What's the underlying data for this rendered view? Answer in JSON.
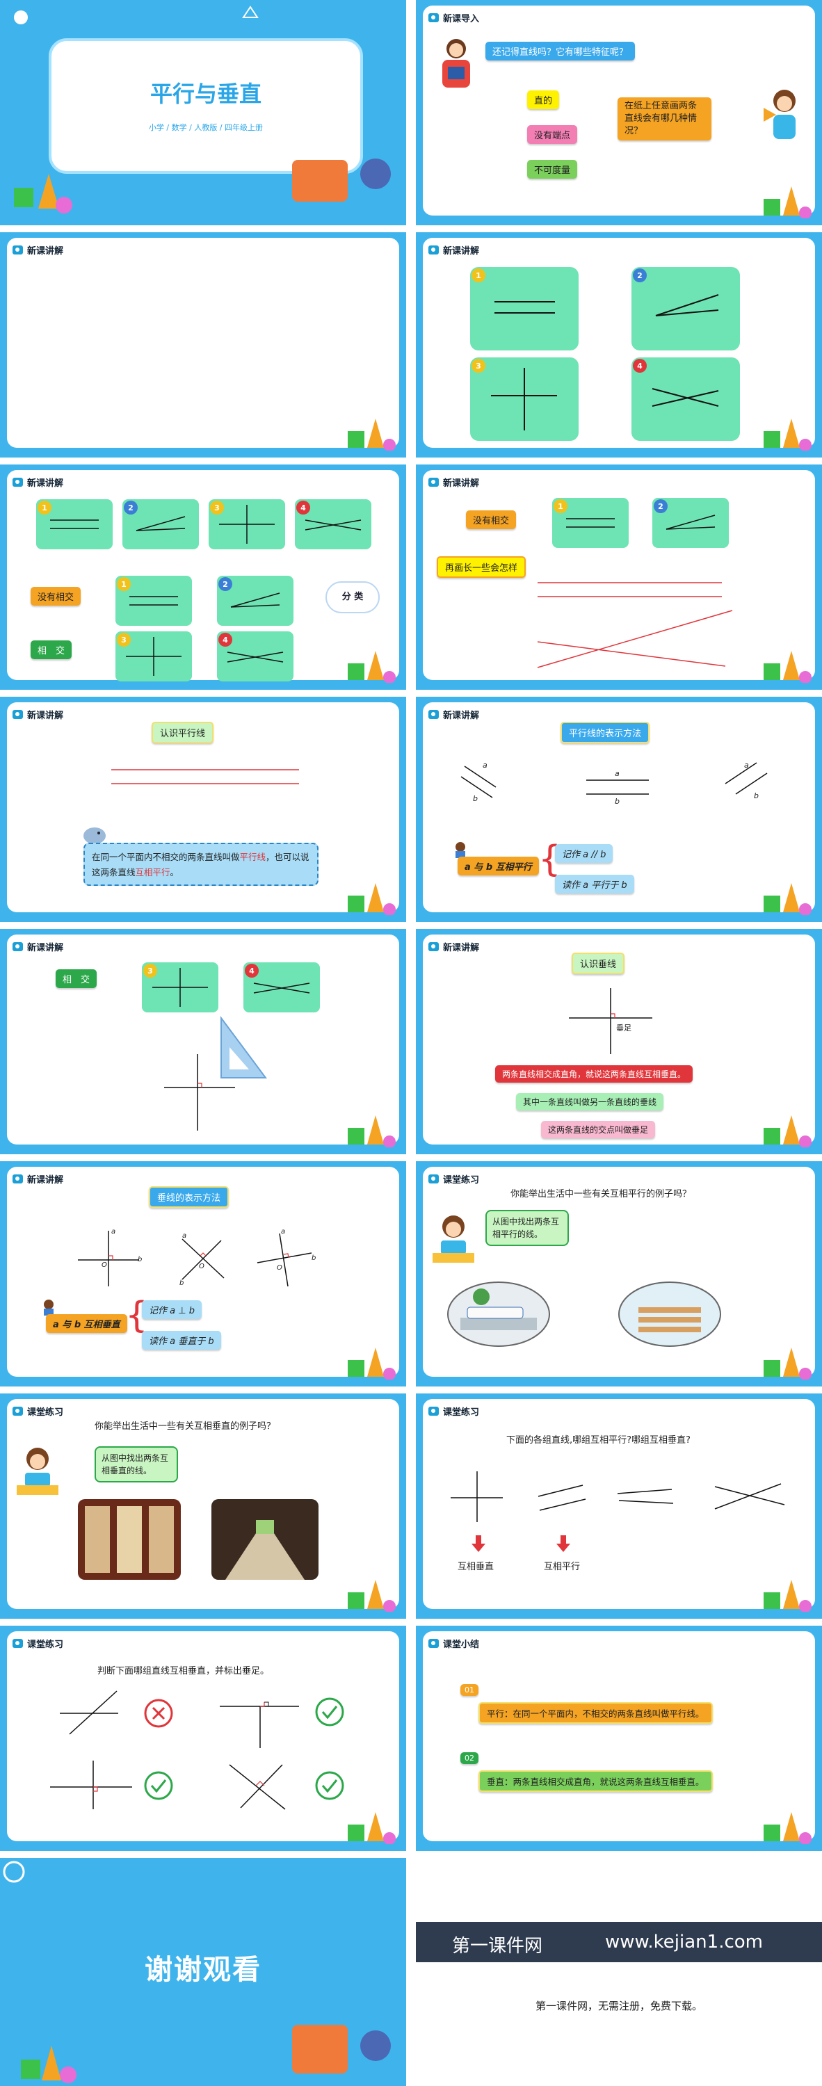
{
  "cover": {
    "title": "平行与垂直",
    "subtitle": "小学 / 数学 / 人教版 / 四年级上册"
  },
  "header_labels": {
    "intro": "新课导入",
    "lecture": "新课讲解",
    "practice": "课堂练习",
    "summary": "课堂小结"
  },
  "slide2": {
    "question": "还记得直线吗？它有哪些特征呢？",
    "features": [
      "直的",
      "没有端点",
      "不可度量"
    ],
    "task": "在纸上任意画两条直线会有哪几种情况？"
  },
  "slide4": {
    "badges": [
      "1",
      "2",
      "3",
      "4"
    ]
  },
  "slide5": {
    "badges": [
      "1",
      "2",
      "3",
      "4"
    ],
    "no_intersect": "没有相交",
    "intersect": "相　交",
    "classify": "分 类",
    "group_a_badges": [
      "1",
      "2"
    ],
    "group_b_badges": [
      "3",
      "4"
    ]
  },
  "slide6": {
    "no_intersect": "没有相交",
    "badges": [
      "1",
      "2"
    ],
    "prompt": "再画长一些会怎样"
  },
  "slide7": {
    "title": "认识平行线",
    "definition_pre": "在同一个平面内不相交的两条直线叫做",
    "definition_hl1": "平行线",
    "definition_mid": "，也可以说这两条直线",
    "definition_hl2": "互相平行",
    "definition_end": "。"
  },
  "slide8": {
    "title": "平行线的表示方法",
    "labels_a": "a",
    "labels_b": "b",
    "relation": "a 与 b 互相平行",
    "write": "记作 a // b",
    "read": "读作 a 平行于 b"
  },
  "slide9": {
    "intersect": "相　交",
    "badges": [
      "3",
      "4"
    ]
  },
  "slide10": {
    "title": "认识垂线",
    "foot_label": "垂足",
    "line1": "两条直线相交成直角，就说这两条直线互相垂直。",
    "line2": "其中一条直线叫做另一条直线的垂线",
    "line3": "这两条直线的交点叫做垂足"
  },
  "slide11": {
    "title": "垂线的表示方法",
    "a": "a",
    "b": "b",
    "o": "O",
    "relation": "a 与 b 互相垂直",
    "write": "记作 a ⊥ b",
    "read": "读作 a 垂直于 b"
  },
  "slide12": {
    "question": "你能举出生活中一些有关互相平行的例子吗？",
    "bubble": "从图中找出两条互相平行的线。"
  },
  "slide13": {
    "question": "你能举出生活中一些有关互相垂直的例子吗？",
    "bubble": "从图中找出两条互相垂直的线。"
  },
  "slide14": {
    "question": "下面的各组直线,哪组互相平行?哪组互相垂直?",
    "ans1": "互相垂直",
    "ans2": "互相平行"
  },
  "slide15": {
    "question": "判断下面哪组直线互相垂直，并标出垂足。"
  },
  "slide16": {
    "n1": "01",
    "s1": "平行：在同一个平面内，不相交的两条直线叫做平行线。",
    "n2": "02",
    "s2": "垂直：两条直线相交成直角，就说这两条直线互相垂直。"
  },
  "slide17": {
    "thanks": "谢谢观看"
  },
  "slide18": {
    "brand": "第一课件网",
    "url": "www.kejian1.com",
    "note": "第一课件网，无需注册，免费下载。"
  },
  "colors": {
    "frame": "#3fb4ec",
    "tile": "#6ee3b3",
    "orange": "#f5a323",
    "green": "#2ca84a",
    "red": "#e0353a",
    "dark": "#2f3c4f"
  }
}
